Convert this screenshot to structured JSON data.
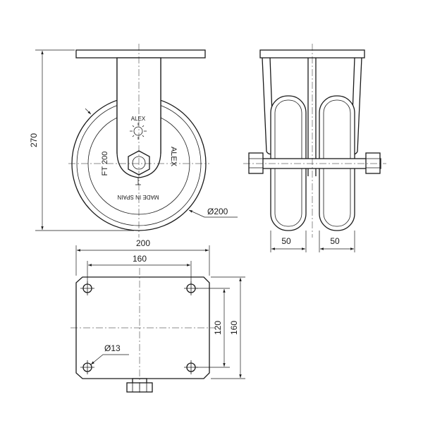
{
  "dimensions": {
    "overall_height": "270",
    "wheel_diameter": "Ø200",
    "wheel_width_left": "50",
    "wheel_width_right": "50",
    "plate_width": "200",
    "hole_spacing_x": "160",
    "hole_spacing_y": "120",
    "plate_length": "160",
    "hole_diameter": "Ø13"
  },
  "wheel_markings": {
    "model": "FT 200",
    "brand": "ALEX",
    "origin": "MADE IN SPAIN",
    "logo_text": "ALEX"
  },
  "colors": {
    "line": "#1a1a1a",
    "background": "#ffffff"
  }
}
